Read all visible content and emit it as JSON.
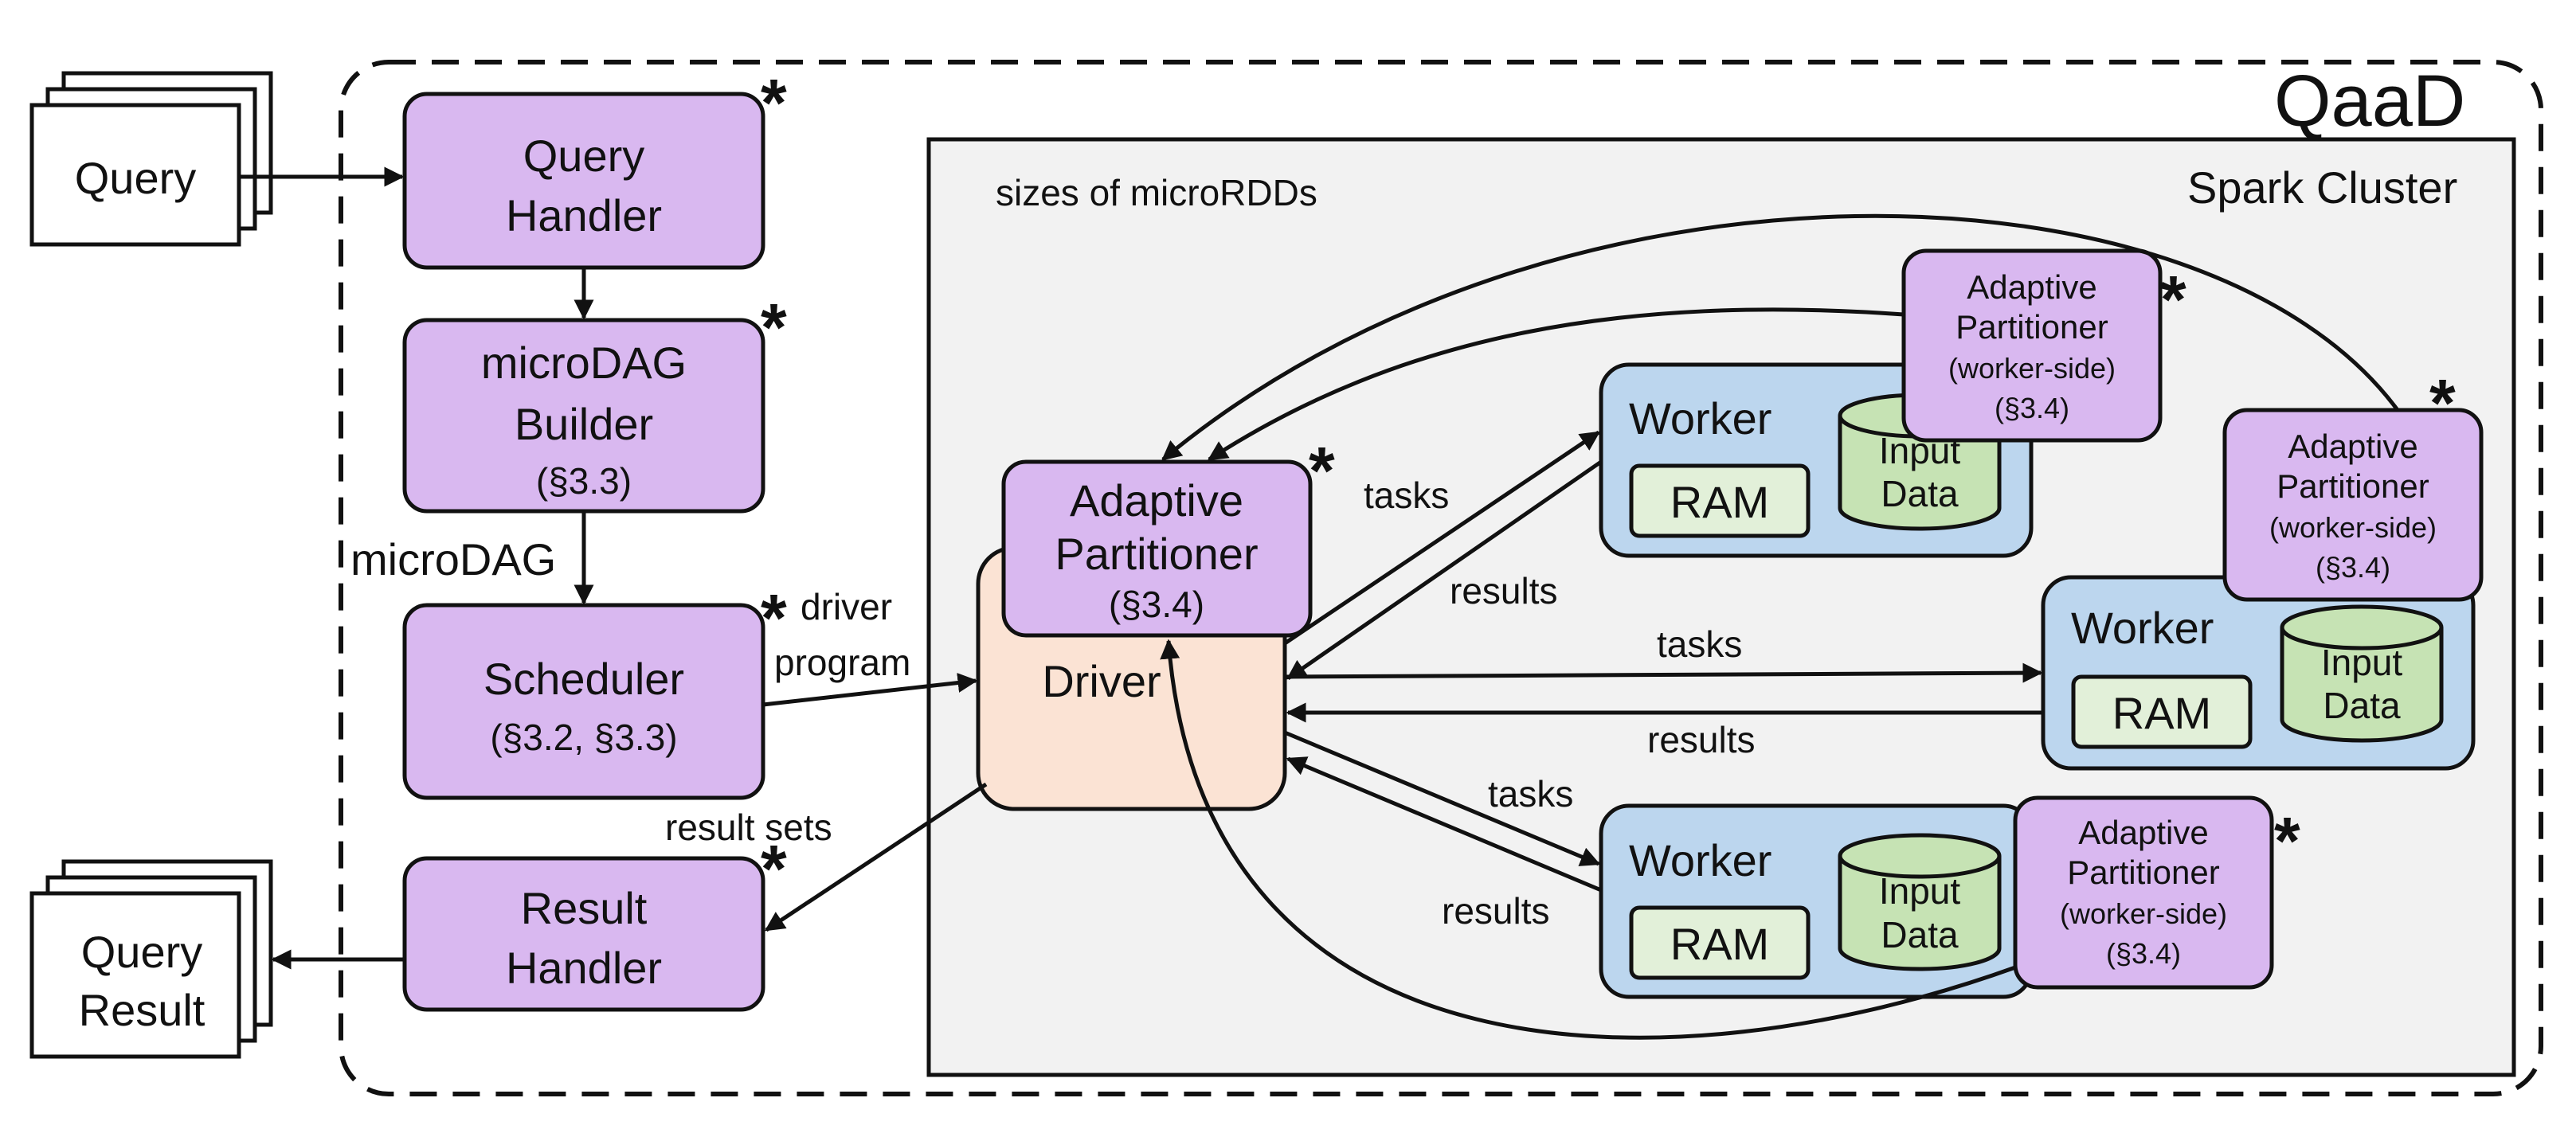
{
  "system_title": "QaaD",
  "cluster_label": "Spark Cluster",
  "star": "*",
  "query_stack": {
    "label": "Query"
  },
  "result_stack": {
    "line1": "Query",
    "line2": "Result"
  },
  "query_handler": {
    "line1": "Query",
    "line2": "Handler"
  },
  "microdag_builder": {
    "line1": "microDAG",
    "line2": "Builder",
    "ref": "(§3.3)"
  },
  "scheduler": {
    "line1": "Scheduler",
    "ref": "(§3.2, §3.3)"
  },
  "result_handler": {
    "line1": "Result",
    "line2": "Handler"
  },
  "driver": {
    "label": "Driver",
    "partitioner": {
      "line1": "Adaptive",
      "line2": "Partitioner",
      "ref": "(§3.4)"
    }
  },
  "workers": [
    {
      "label": "Worker",
      "ram": "RAM",
      "data_line1": "Input",
      "data_line2": "Data",
      "partitioner": {
        "line1": "Adaptive",
        "line2": "Partitioner",
        "line3": "(worker-side)",
        "ref": "(§3.4)"
      }
    },
    {
      "label": "Worker",
      "ram": "RAM",
      "data_line1": "Input",
      "data_line2": "Data",
      "partitioner": {
        "line1": "Adaptive",
        "line2": "Partitioner",
        "line3": "(worker-side)",
        "ref": "(§3.4)"
      }
    },
    {
      "label": "Worker",
      "ram": "RAM",
      "data_line1": "Input",
      "data_line2": "Data",
      "partitioner": {
        "line1": "Adaptive",
        "line2": "Partitioner",
        "line3": "(worker-side)",
        "ref": "(§3.4)"
      }
    }
  ],
  "edges": {
    "microdag": "microDAG",
    "driver_program_1": "driver",
    "driver_program_2": "program",
    "result_sets": "result sets",
    "sizes": "sizes of microRDDs",
    "tasks": "tasks",
    "results": "results"
  },
  "colors": {
    "component": "#d9b8f0",
    "driver": "#fbe3d4",
    "worker": "#bcd6ee",
    "data": "#c6e3b4",
    "ram": "#e2f0d9",
    "cluster_bg": "#f2f2f2"
  }
}
